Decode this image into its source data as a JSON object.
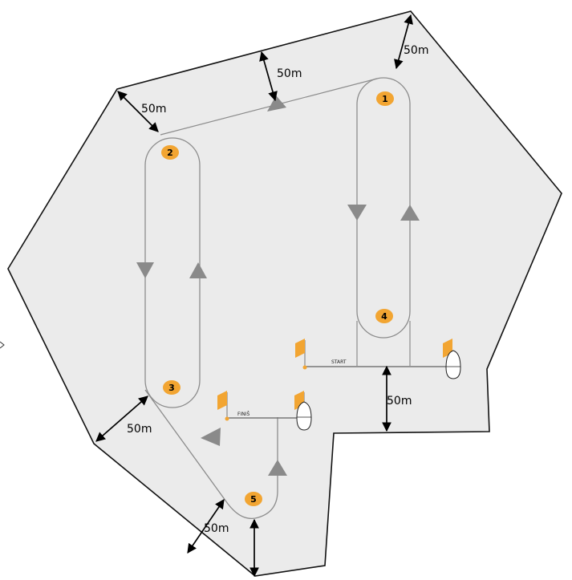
{
  "course": {
    "dimension_label": "50m",
    "buoys": [
      "1",
      "2",
      "3",
      "4",
      "5"
    ],
    "start_label": "START",
    "finish_label": "FINIŠ",
    "colors": {
      "area_fill": "#ebebeb",
      "boundary": "#111111",
      "track": "#8c8c8c",
      "arrow": "#8a8a8a",
      "buoy": "#f2a532",
      "flag": "#f2a532",
      "line": "#777777"
    }
  }
}
